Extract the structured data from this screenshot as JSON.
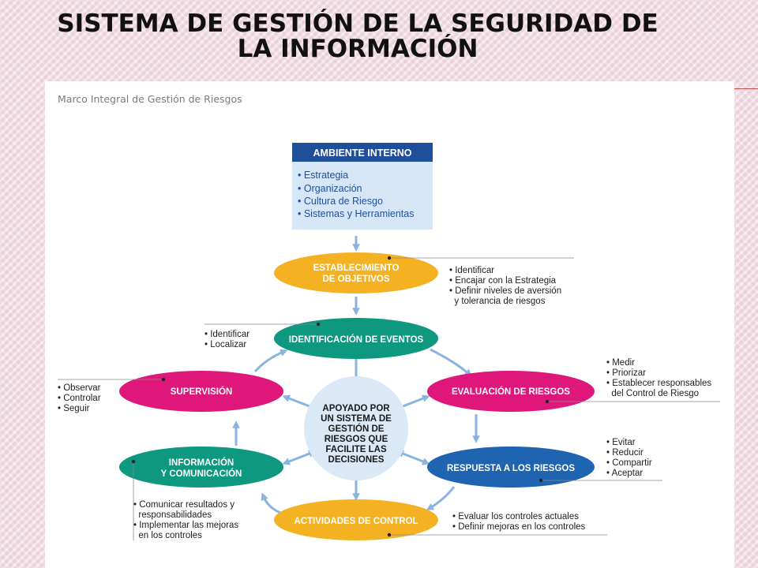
{
  "slide": {
    "title_line1": "SISTEMA DE GESTIÓN DE LA SEGURIDAD DE",
    "title_line2": "LA INFORMACIÓN"
  },
  "diagram": {
    "panel_title": "Marco Integral de Gestión de Riesgos",
    "top_box": {
      "heading": "AMBIENTE INTERNO",
      "items": [
        "• Estrategia",
        "• Organización",
        "• Cultura de Riesgo",
        "• Sistemas y Herramientas"
      ]
    },
    "center": {
      "lines": [
        "APOYADO POR",
        "UN SISTEMA DE",
        "GESTIÓN DE",
        "RIESGOS QUE",
        "FACILITE LAS",
        "DECISIONES"
      ]
    },
    "nodes": {
      "objetivos": {
        "lines": [
          "ESTABLECIMIENTO",
          "DE OBJETIVOS"
        ],
        "color": "#f4b223"
      },
      "eventos": {
        "lines": [
          "IDENTIFICACIÓN DE EVENTOS"
        ],
        "color": "#0f9880"
      },
      "evaluacion": {
        "lines": [
          "EVALUACIÓN DE RIESGOS"
        ],
        "color": "#e0177a"
      },
      "respuesta": {
        "lines": [
          "RESPUESTA A LOS RIESGOS"
        ],
        "color": "#1e64b0"
      },
      "actividades": {
        "lines": [
          "ACTIVIDADES DE CONTROL"
        ],
        "color": "#f4b223"
      },
      "informacion": {
        "lines": [
          "INFORMACIÓN",
          "Y COMUNICACIÓN"
        ],
        "color": "#0f9880"
      },
      "supervision": {
        "lines": [
          "SUPERVISIÓN"
        ],
        "color": "#e0177a"
      }
    },
    "annotations": {
      "objetivos": [
        "• Identificar",
        "• Encajar con la Estrategia",
        "• Definir niveles de aversión",
        "  y tolerancia de riesgos"
      ],
      "eventos": [
        "• Identificar",
        "• Localizar"
      ],
      "evaluacion": [
        "• Medir",
        "• Priorizar",
        "• Establecer responsables",
        "  del Control de Riesgo"
      ],
      "respuesta": [
        "• Evitar",
        "• Reducir",
        "• Compartir",
        "• Aceptar"
      ],
      "actividades": [
        "• Evaluar los controles actuales",
        "• Definir mejoras en los controles"
      ],
      "informacion": [
        "• Comunicar resultados y",
        "  responsabilidades",
        "• Implementar las mejoras",
        "  en los controles"
      ],
      "supervision": [
        "• Observar",
        "• Controlar",
        "• Seguir"
      ]
    },
    "colors": {
      "box_head": "#1f4e9a",
      "box_body": "#d6e6f7",
      "center_fill": "#dbe9f7",
      "arrow": "#8ab4e0"
    }
  }
}
